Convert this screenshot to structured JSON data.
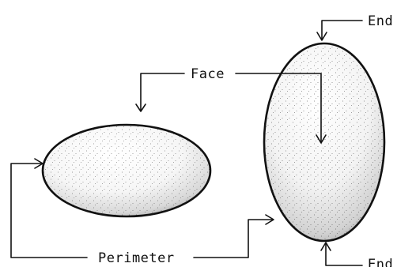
{
  "labels": {
    "face": "Face",
    "perimeter": "Perimeter",
    "end_top": "End",
    "end_bottom": "End"
  }
}
